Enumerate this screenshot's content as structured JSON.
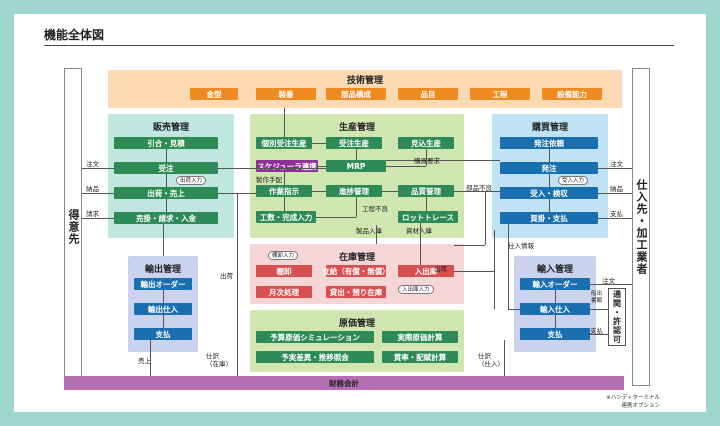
{
  "title": "機能全体図",
  "left_side": "得意先",
  "right_side": "仕入先・加工業者",
  "tech": {
    "title": "技術管理",
    "items": [
      "金型",
      "製番",
      "部品構成",
      "品目",
      "工程",
      "設備能力"
    ]
  },
  "sales": {
    "title": "販売管理",
    "items": [
      "引合・見積",
      "受注",
      "出荷・売上",
      "売掛・請求・入金"
    ],
    "badge": "出荷入力"
  },
  "prod": {
    "title": "生産管理",
    "individual": "個別受注生産",
    "order_prod": "受注生産",
    "forecast": "見込生産",
    "schedule": "スケジューラ連携",
    "mrp": "MRP",
    "instruction": "作業指示",
    "progress": "進捗管理",
    "quality": "品質管理",
    "actual": "工数・完成入力",
    "trace": "ロットトレース",
    "lbl_seisaku": "製作手配",
    "lbl_koutei_fuel": "工程不良",
    "lbl_buhin_nyuko": "製品入庫",
    "lbl_shizai": "資材入庫"
  },
  "purchase": {
    "title": "購買管理",
    "items": [
      "発注依頼",
      "発注",
      "受入・検収",
      "買掛・支払"
    ],
    "badge": "受入入力"
  },
  "export": {
    "title": "輸出管理",
    "items": [
      "輸出オーダー",
      "輸出仕入",
      "支払"
    ]
  },
  "inventory": {
    "title": "在庫管理",
    "items": [
      "棚卸",
      "支給（有償・無償）",
      "月次処理",
      "貸出・預り在庫",
      "入出庫"
    ],
    "badge1": "棚卸入力",
    "badge2": "入出庫入力"
  },
  "cost": {
    "title": "原価管理",
    "items": [
      "予算原価シミュレーション",
      "実際原価計算",
      "予実差異・推移照会",
      "賃率・配賦計算"
    ]
  },
  "import": {
    "title": "輸入管理",
    "items": [
      "輸入オーダー",
      "輸入仕入",
      "支払"
    ]
  },
  "customs": "通関・許認可",
  "finance": "財務会計",
  "labels": {
    "chuumon": "注文",
    "nouhin": "納品",
    "seikyuu": "請求",
    "shukka": "出荷",
    "uriage": "売上",
    "shiwake_zaiko": "仕訳\n（在庫）",
    "shiwake_shiire": "仕訳\n（仕入）",
    "kounyu_youkyu": "購買要求",
    "buhin_furyou": "部品不良",
    "chuumon_r": "注文",
    "nouhin_r": "納品",
    "shiharai_r": "支払",
    "shiire_jouhou": "仕入情報",
    "chuumon_i": "注文",
    "shukka_shorui": "船出\n書類",
    "shiharai_i": "支払"
  },
  "note": "※ハンディターミナル\n連携オプション"
}
